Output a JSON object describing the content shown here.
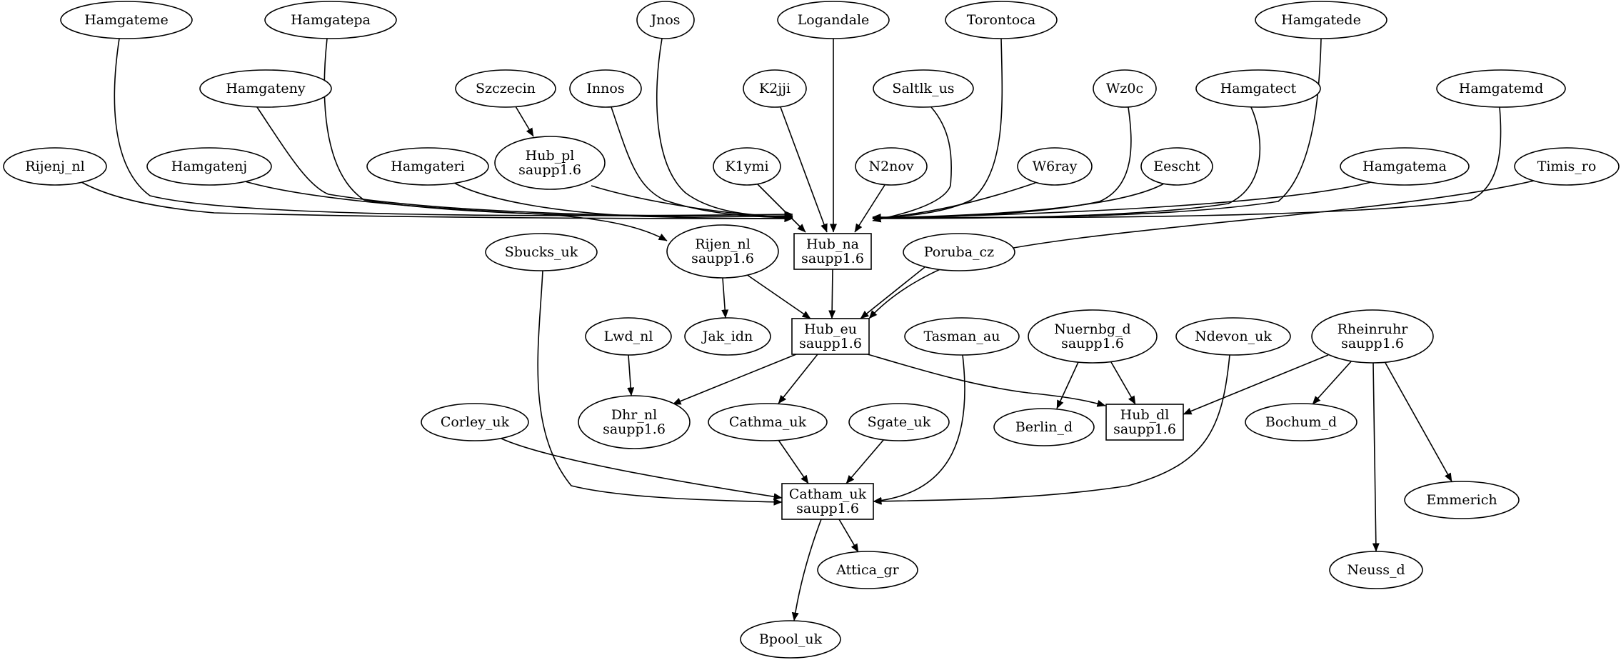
{
  "diagram": {
    "nodes": [
      {
        "id": "hamgateme",
        "lines": [
          "Hamgateme"
        ],
        "shape": "ellipse"
      },
      {
        "id": "hamgatepa",
        "lines": [
          "Hamgatepa"
        ],
        "shape": "ellipse"
      },
      {
        "id": "jnos",
        "lines": [
          "Jnos"
        ],
        "shape": "ellipse"
      },
      {
        "id": "logandale",
        "lines": [
          "Logandale"
        ],
        "shape": "ellipse"
      },
      {
        "id": "torontoca",
        "lines": [
          "Torontoca"
        ],
        "shape": "ellipse"
      },
      {
        "id": "hamgatede",
        "lines": [
          "Hamgatede"
        ],
        "shape": "ellipse"
      },
      {
        "id": "hamgateny",
        "lines": [
          "Hamgateny"
        ],
        "shape": "ellipse"
      },
      {
        "id": "szczecin",
        "lines": [
          "Szczecin"
        ],
        "shape": "ellipse"
      },
      {
        "id": "innos",
        "lines": [
          "Innos"
        ],
        "shape": "ellipse"
      },
      {
        "id": "k2jji",
        "lines": [
          "K2jji"
        ],
        "shape": "ellipse"
      },
      {
        "id": "saltlk_us",
        "lines": [
          "Saltlk_us"
        ],
        "shape": "ellipse"
      },
      {
        "id": "wz0c",
        "lines": [
          "Wz0c"
        ],
        "shape": "ellipse"
      },
      {
        "id": "hamgatect",
        "lines": [
          "Hamgatect"
        ],
        "shape": "ellipse"
      },
      {
        "id": "hamgatemd",
        "lines": [
          "Hamgatemd"
        ],
        "shape": "ellipse"
      },
      {
        "id": "rijenj_nl",
        "lines": [
          "Rijenj_nl"
        ],
        "shape": "ellipse"
      },
      {
        "id": "hamgatenj",
        "lines": [
          "Hamgatenj"
        ],
        "shape": "ellipse"
      },
      {
        "id": "hamgateri",
        "lines": [
          "Hamgateri"
        ],
        "shape": "ellipse"
      },
      {
        "id": "hub_pl",
        "lines": [
          "Hub_pl",
          "saupp1.6"
        ],
        "shape": "ellipse"
      },
      {
        "id": "k1ymi",
        "lines": [
          "K1ymi"
        ],
        "shape": "ellipse"
      },
      {
        "id": "n2nov",
        "lines": [
          "N2nov"
        ],
        "shape": "ellipse"
      },
      {
        "id": "w6ray",
        "lines": [
          "W6ray"
        ],
        "shape": "ellipse"
      },
      {
        "id": "eescht",
        "lines": [
          "Eescht"
        ],
        "shape": "ellipse"
      },
      {
        "id": "hamgatema",
        "lines": [
          "Hamgatema"
        ],
        "shape": "ellipse"
      },
      {
        "id": "timis_ro",
        "lines": [
          "Timis_ro"
        ],
        "shape": "ellipse"
      },
      {
        "id": "hub_na",
        "lines": [
          "Hub_na",
          "saupp1.6"
        ],
        "shape": "box"
      },
      {
        "id": "sbucks_uk",
        "lines": [
          "Sbucks_uk"
        ],
        "shape": "ellipse"
      },
      {
        "id": "rijen_nl",
        "lines": [
          "Rijen_nl",
          "saupp1.6"
        ],
        "shape": "ellipse"
      },
      {
        "id": "poruba_cz",
        "lines": [
          "Poruba_cz"
        ],
        "shape": "ellipse"
      },
      {
        "id": "lwd_nl",
        "lines": [
          "Lwd_nl"
        ],
        "shape": "ellipse"
      },
      {
        "id": "jak_idn",
        "lines": [
          "Jak_idn"
        ],
        "shape": "ellipse"
      },
      {
        "id": "hub_eu",
        "lines": [
          "Hub_eu",
          "saupp1.6"
        ],
        "shape": "box"
      },
      {
        "id": "tasman_au",
        "lines": [
          "Tasman_au"
        ],
        "shape": "ellipse"
      },
      {
        "id": "nuernbg_d",
        "lines": [
          "Nuernbg_d",
          "saupp1.6"
        ],
        "shape": "ellipse"
      },
      {
        "id": "ndevon_uk",
        "lines": [
          "Ndevon_uk"
        ],
        "shape": "ellipse"
      },
      {
        "id": "rheinruhr",
        "lines": [
          "Rheinruhr",
          "saupp1.6"
        ],
        "shape": "ellipse"
      },
      {
        "id": "corley_uk",
        "lines": [
          "Corley_uk"
        ],
        "shape": "ellipse"
      },
      {
        "id": "dhr_nl",
        "lines": [
          "Dhr_nl",
          "saupp1.6"
        ],
        "shape": "ellipse"
      },
      {
        "id": "cathma_uk",
        "lines": [
          "Cathma_uk"
        ],
        "shape": "ellipse"
      },
      {
        "id": "sgate_uk",
        "lines": [
          "Sgate_uk"
        ],
        "shape": "ellipse"
      },
      {
        "id": "berlin_d",
        "lines": [
          "Berlin_d"
        ],
        "shape": "ellipse"
      },
      {
        "id": "hub_dl",
        "lines": [
          "Hub_dl",
          "saupp1.6"
        ],
        "shape": "box"
      },
      {
        "id": "bochum_d",
        "lines": [
          "Bochum_d"
        ],
        "shape": "ellipse"
      },
      {
        "id": "catham_uk",
        "lines": [
          "Catham_uk",
          "saupp1.6"
        ],
        "shape": "box"
      },
      {
        "id": "emmerich",
        "lines": [
          "Emmerich"
        ],
        "shape": "ellipse"
      },
      {
        "id": "attica_gr",
        "lines": [
          "Attica_gr"
        ],
        "shape": "ellipse"
      },
      {
        "id": "neuss_d",
        "lines": [
          "Neuss_d"
        ],
        "shape": "ellipse"
      },
      {
        "id": "bpool_uk",
        "lines": [
          "Bpool_uk"
        ],
        "shape": "ellipse"
      }
    ],
    "edges": [
      {
        "from": "hamgateme",
        "to": "hub_na"
      },
      {
        "from": "hamgatepa",
        "to": "hub_na"
      },
      {
        "from": "jnos",
        "to": "hub_na"
      },
      {
        "from": "logandale",
        "to": "hub_na"
      },
      {
        "from": "torontoca",
        "to": "hub_na"
      },
      {
        "from": "hamgatede",
        "to": "hub_na"
      },
      {
        "from": "hamgateny",
        "to": "hub_na"
      },
      {
        "from": "szczecin",
        "to": "hub_pl"
      },
      {
        "from": "innos",
        "to": "hub_na"
      },
      {
        "from": "k2jji",
        "to": "hub_na"
      },
      {
        "from": "saltlk_us",
        "to": "hub_na"
      },
      {
        "from": "wz0c",
        "to": "hub_na"
      },
      {
        "from": "hamgatect",
        "to": "hub_na"
      },
      {
        "from": "hamgatemd",
        "to": "hub_na"
      },
      {
        "from": "rijenj_nl",
        "to": "hub_na"
      },
      {
        "from": "hamgatenj",
        "to": "rijen_nl"
      },
      {
        "from": "hamgateri",
        "to": "hub_na"
      },
      {
        "from": "hub_pl",
        "to": "hub_na"
      },
      {
        "from": "k1ymi",
        "to": "hub_na"
      },
      {
        "from": "n2nov",
        "to": "hub_na"
      },
      {
        "from": "w6ray",
        "to": "hub_na"
      },
      {
        "from": "eescht",
        "to": "hub_na"
      },
      {
        "from": "hamgatema",
        "to": "hub_na"
      },
      {
        "from": "timis_ro",
        "to": "hub_eu"
      },
      {
        "from": "hub_na",
        "to": "hub_eu"
      },
      {
        "from": "rijen_nl",
        "to": "jak_idn"
      },
      {
        "from": "rijen_nl",
        "to": "hub_eu"
      },
      {
        "from": "poruba_cz",
        "to": "hub_eu"
      },
      {
        "from": "sbucks_uk",
        "to": "catham_uk"
      },
      {
        "from": "lwd_nl",
        "to": "dhr_nl"
      },
      {
        "from": "hub_eu",
        "to": "dhr_nl"
      },
      {
        "from": "hub_eu",
        "to": "cathma_uk"
      },
      {
        "from": "hub_eu",
        "to": "hub_dl"
      },
      {
        "from": "tasman_au",
        "to": "catham_uk"
      },
      {
        "from": "nuernbg_d",
        "to": "berlin_d"
      },
      {
        "from": "nuernbg_d",
        "to": "hub_dl"
      },
      {
        "from": "ndevon_uk",
        "to": "catham_uk"
      },
      {
        "from": "rheinruhr",
        "to": "hub_dl"
      },
      {
        "from": "rheinruhr",
        "to": "bochum_d"
      },
      {
        "from": "rheinruhr",
        "to": "emmerich"
      },
      {
        "from": "rheinruhr",
        "to": "neuss_d"
      },
      {
        "from": "corley_uk",
        "to": "catham_uk"
      },
      {
        "from": "cathma_uk",
        "to": "catham_uk"
      },
      {
        "from": "sgate_uk",
        "to": "catham_uk"
      },
      {
        "from": "catham_uk",
        "to": "attica_gr"
      },
      {
        "from": "catham_uk",
        "to": "bpool_uk"
      }
    ]
  }
}
